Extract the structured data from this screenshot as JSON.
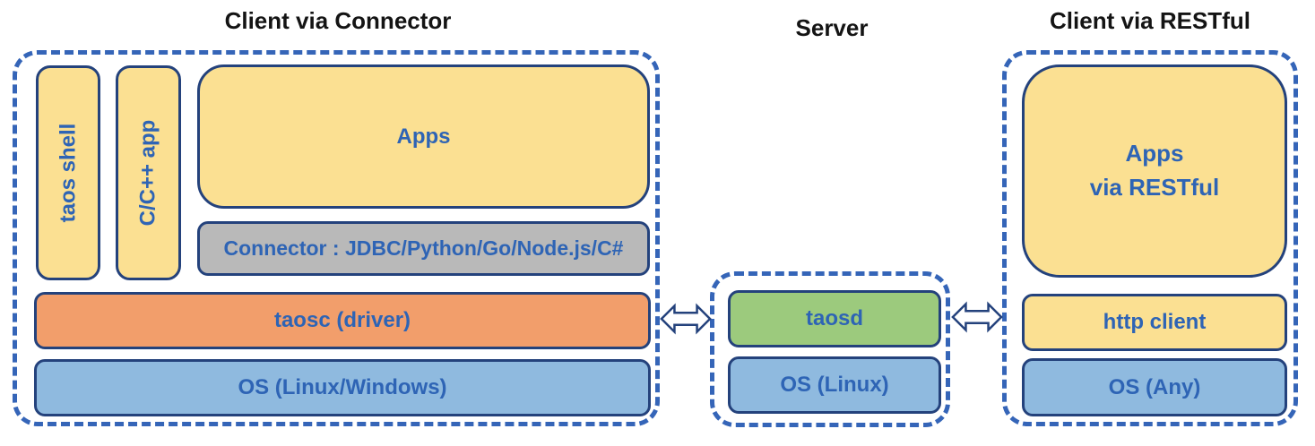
{
  "sections": {
    "connector": {
      "title": "Client via Connector",
      "taos_shell": "taos shell",
      "cpp_app": "C/C++ app",
      "apps": "Apps",
      "connector_bar": "Connector : JDBC/Python/Go/Node.js/C#",
      "taosc": "taosc (driver)",
      "os": "OS (Linux/Windows)"
    },
    "server": {
      "title": "Server",
      "taosd": "taosd",
      "os": "OS (Linux)"
    },
    "restful": {
      "title": "Client via RESTful",
      "apps": "Apps\nvia RESTful",
      "http_client": "http client",
      "os": "OS (Any)"
    }
  },
  "arrows": [
    {
      "name": "client-server-link",
      "direction": "bidirectional"
    },
    {
      "name": "server-restful-link",
      "direction": "bidirectional"
    }
  ],
  "colors": {
    "app_fill": "#FBE092",
    "driver_fill": "#F29E6B",
    "os_fill": "#8FBADF",
    "server_fill": "#9CCA7D",
    "connector_fill": "#B9B9B9",
    "box_border": "#24427C",
    "label_text": "#2E64B5",
    "dashed_border": "#3565B8",
    "title_text": "#141414"
  }
}
